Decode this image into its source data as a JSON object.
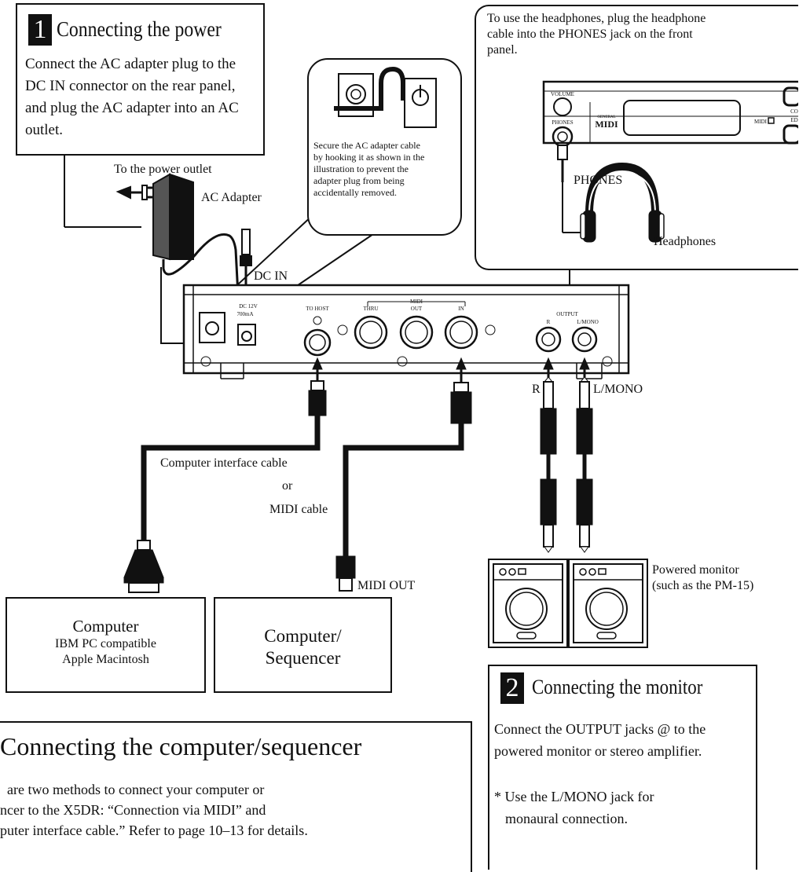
{
  "step1": {
    "number": "1",
    "title": "Connecting the power",
    "body": "Connect the AC adapter plug to the DC IN connector on the rear panel, and plug the AC adapter into an AC outlet."
  },
  "step2": {
    "number": "2",
    "title": "Connecting the monitor",
    "body": "Connect the OUTPUT jacks @ to the powered monitor or stereo amplifier.",
    "note": "* Use the L/MONO jack for monaural connection."
  },
  "step3": {
    "title": "Connecting the computer/sequencer",
    "body_lines": [
      "are two methods to connect your computer or",
      "ncer to the X5DR: “Connection via MIDI” and",
      "puter interface cable.” Refer to page 10–13 for details."
    ]
  },
  "callouts": {
    "hook_note": "Secure the AC adapter cable by hooking it as shown in the illustration to prevent the adapter plug from being accidentally removed.",
    "headphones_note": "To use the headphones, plug the headphone cable into the PHONES jack on the front panel."
  },
  "labels": {
    "power_outlet": "To the power outlet",
    "ac_adapter": "AC Adapter",
    "dc_in": "DC IN",
    "phones": "PHONES",
    "headphones": "Headphones",
    "computer_interface_cable": "Computer interface cable",
    "or": "or",
    "midi_cable": "MIDI cable",
    "midi_out": "MIDI OUT",
    "r": "R",
    "l_mono": "L/MONO",
    "powered_monitor_line1": "Powered monitor",
    "powered_monitor_line2": "(such as the PM-15)"
  },
  "computer_box": {
    "title": "Computer",
    "line1": "IBM PC compatible",
    "line2": "Apple Macintosh"
  },
  "sequencer_box": {
    "line1": "Computer/",
    "line2": "Sequencer"
  },
  "rear_panel": {
    "dc_rating": "DC 12V",
    "dc_current": "700mA",
    "to_host": "TO HOST",
    "midi": "MIDI",
    "thru": "THRU",
    "out": "OUT",
    "in": "IN",
    "output": "OUTPUT",
    "out_r": "R",
    "out_lmono": "L/MONO"
  },
  "front_panel": {
    "volume": "VOLUME",
    "phones": "PHONES",
    "logo_top": "GENERAL",
    "logo": "MIDI",
    "midi_indicator": "MIDI",
    "edge_top": "CO",
    "edge_bottom": "ED"
  }
}
